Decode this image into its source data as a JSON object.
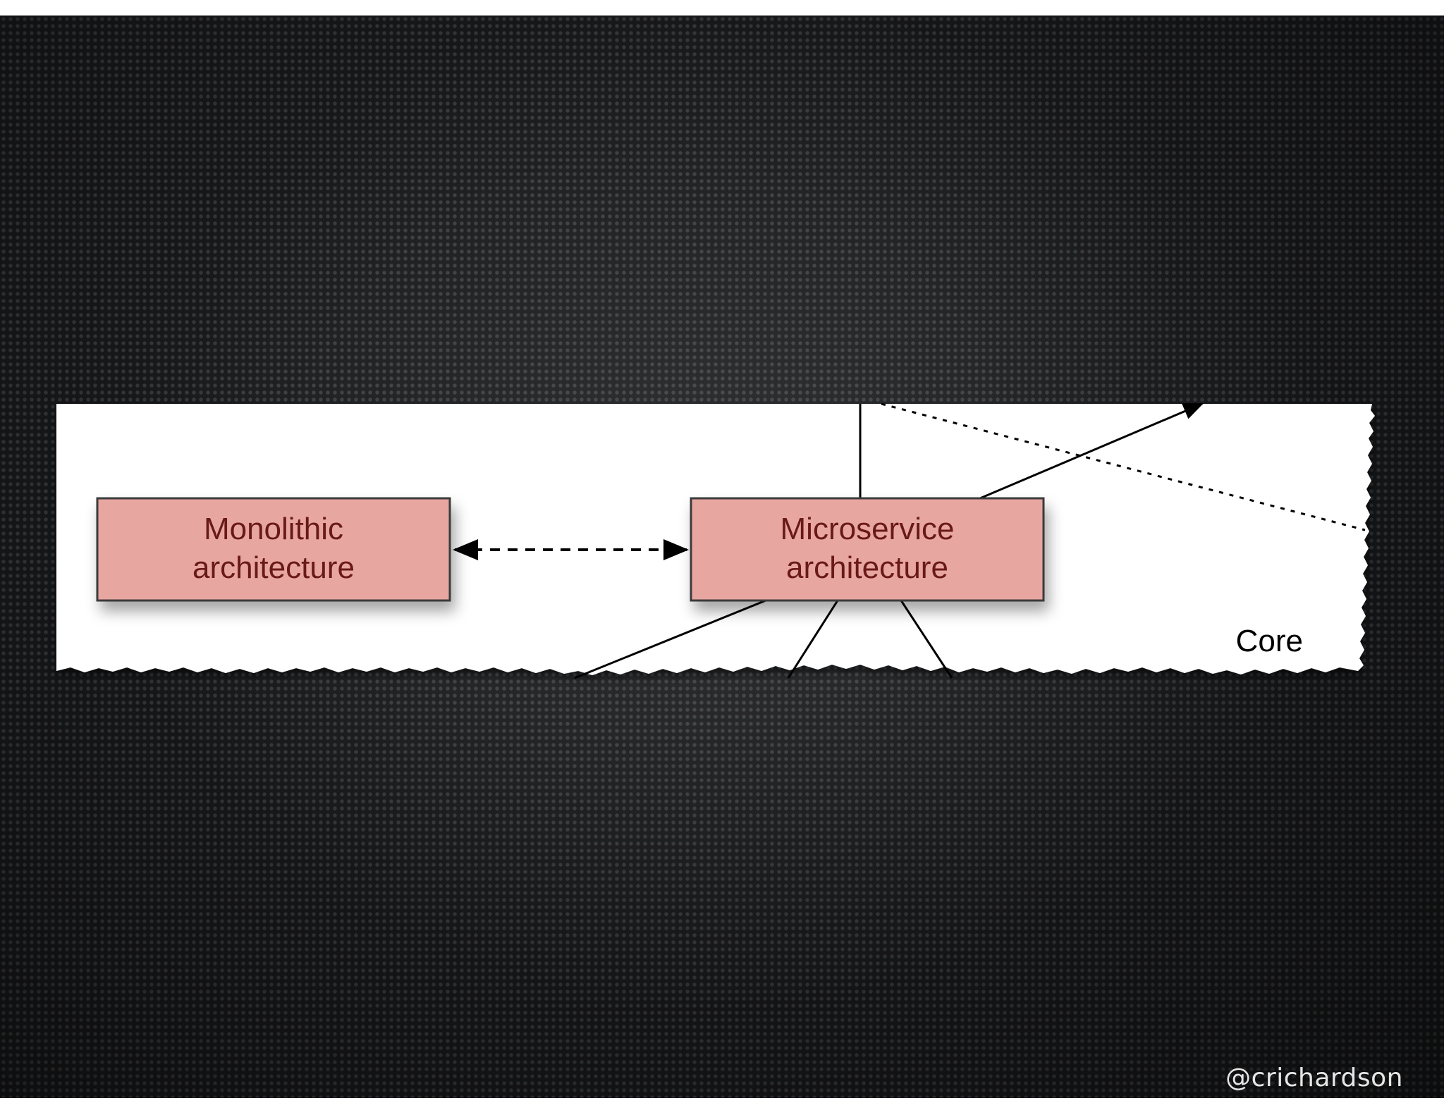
{
  "slide": {
    "background": "#1a1b1d",
    "handle": "@crichardson"
  },
  "diagram": {
    "paper_color": "#ffffff",
    "box_fill": "#e8a6a0",
    "box_stroke": "#3a3a3a",
    "box_text_color": "#6a1a16",
    "nodes": {
      "monolithic": {
        "line1": "Monolithic",
        "line2": "architecture"
      },
      "microservice": {
        "line1": "Microservice",
        "line2": "architecture"
      }
    },
    "region_label": "Core",
    "edges": [
      {
        "from": "monolithic",
        "to": "microservice",
        "style": "dashed",
        "arrows": "both"
      }
    ]
  }
}
